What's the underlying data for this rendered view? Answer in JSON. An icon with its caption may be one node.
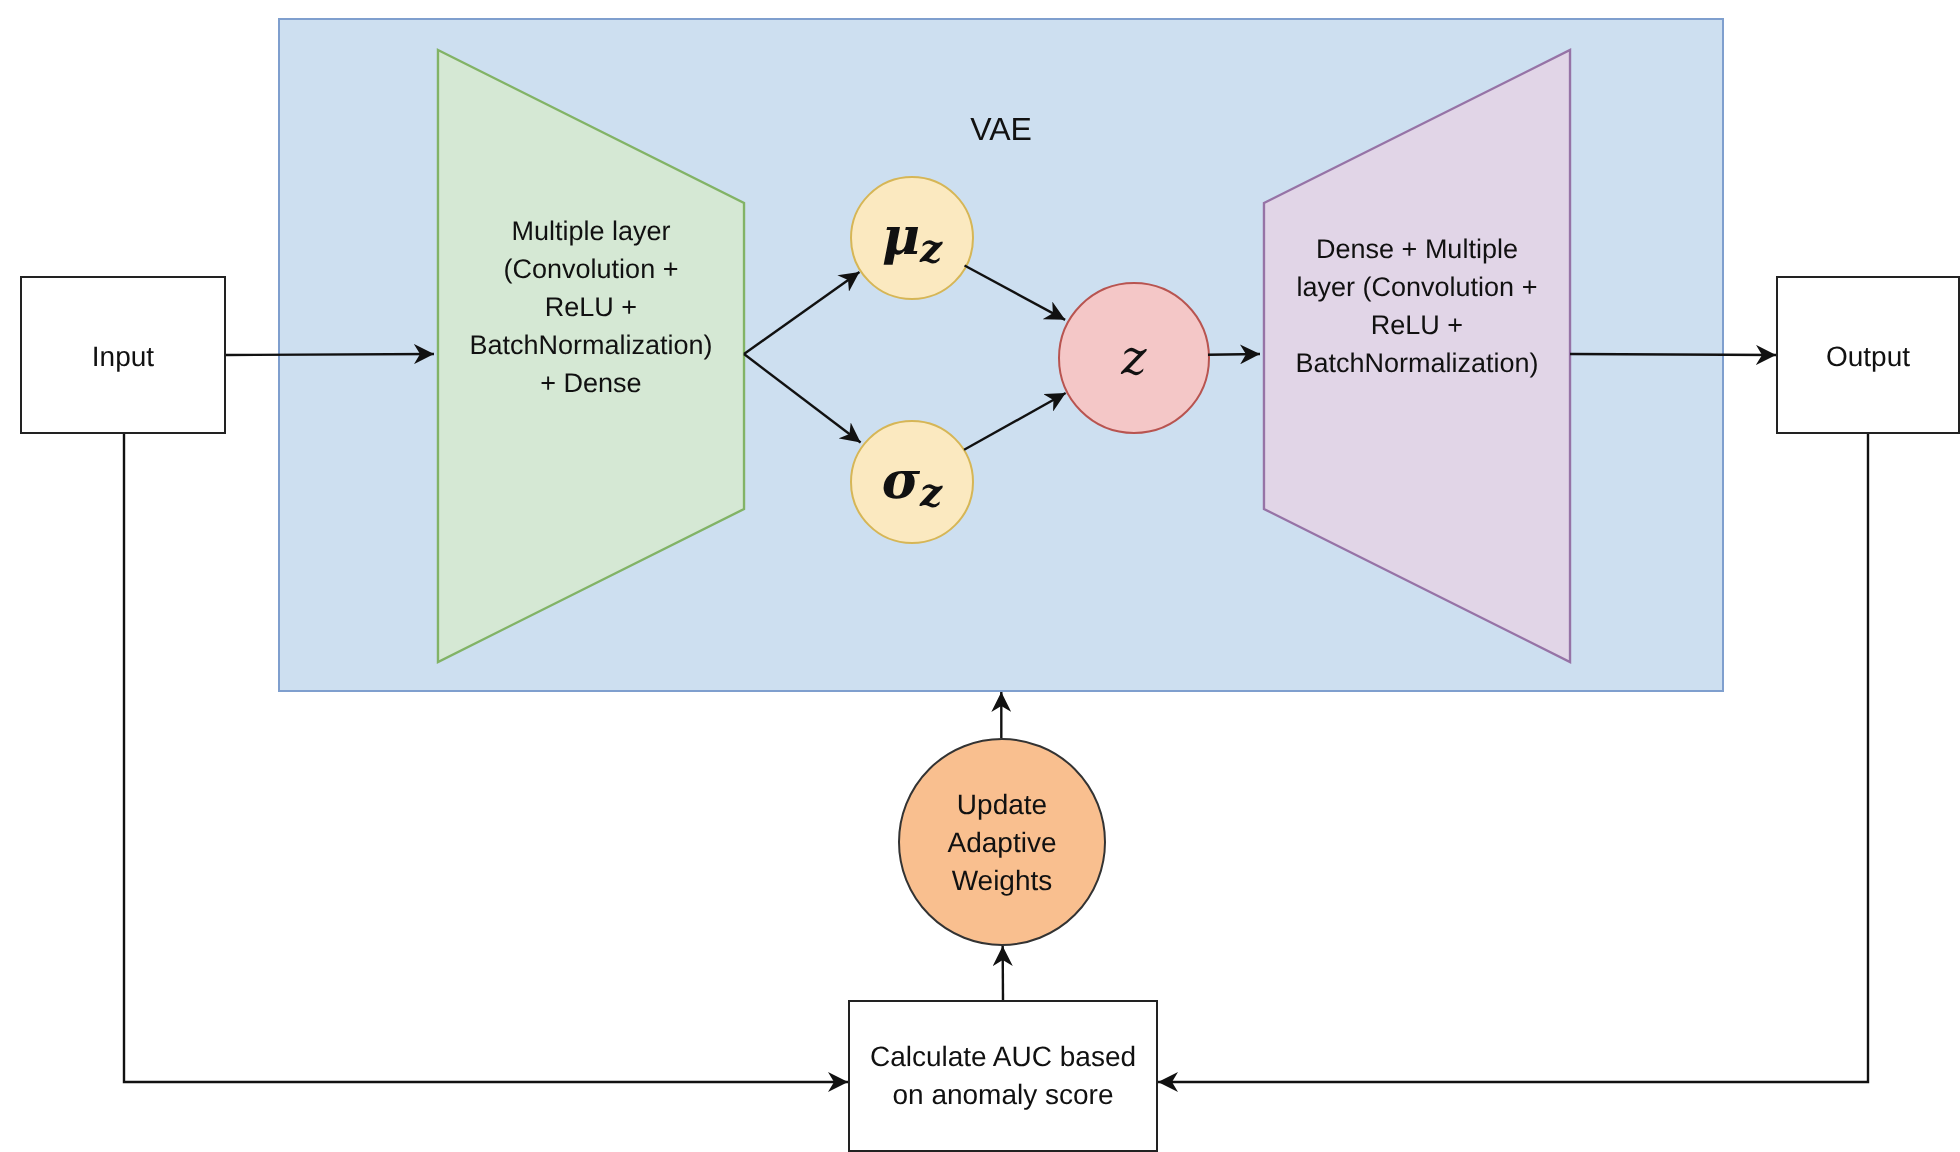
{
  "diagram": {
    "nodes": [
      {
        "text": [
          "VAE"
        ]
      },
      {
        "text": [
          "Input"
        ]
      },
      {
        "text": [
          "Multiple layer (Convolution + ReLU + BatchNormalization) + Dense"
        ],
        "in": 0
      },
      {
        "text": [
          "μ$_{z}$"
        ],
        "in": 0
      },
      {
        "text": [
          "σ$_{z}$"
        ],
        "in": 0
      },
      {
        "text": [
          "z"
        ],
        "in": 0
      },
      {
        "text": [
          "Dense + Multiple layer (Convolution + ReLU + BatchNormalization)"
        ],
        "in": 0
      },
      {
        "text": [
          "Output"
        ]
      },
      {
        "text": [
          "Update Adaptive Weights"
        ]
      },
      {
        "text": [
          "Calculate AUC based on anomaly score"
        ]
      }
    ],
    "edges": [
      {
        "from": 1,
        "to": 2,
        "arrow": "to"
      },
      {
        "from": 2,
        "to": 3,
        "arrow": "to"
      },
      {
        "from": 2,
        "to": 4,
        "arrow": "to"
      },
      {
        "from": 3,
        "to": 5,
        "arrow": "to"
      },
      {
        "from": 4,
        "to": 5,
        "arrow": "to"
      },
      {
        "from": 5,
        "to": 6,
        "arrow": "to"
      },
      {
        "from": 6,
        "to": 7,
        "arrow": "to"
      },
      {
        "from": 1,
        "to": 9,
        "arrow": "to"
      },
      {
        "from": 7,
        "to": 9,
        "arrow": "to"
      },
      {
        "from": 9,
        "to": 8,
        "arrow": "to"
      },
      {
        "from": 8,
        "to": 0,
        "arrow": "to"
      }
    ]
  }
}
